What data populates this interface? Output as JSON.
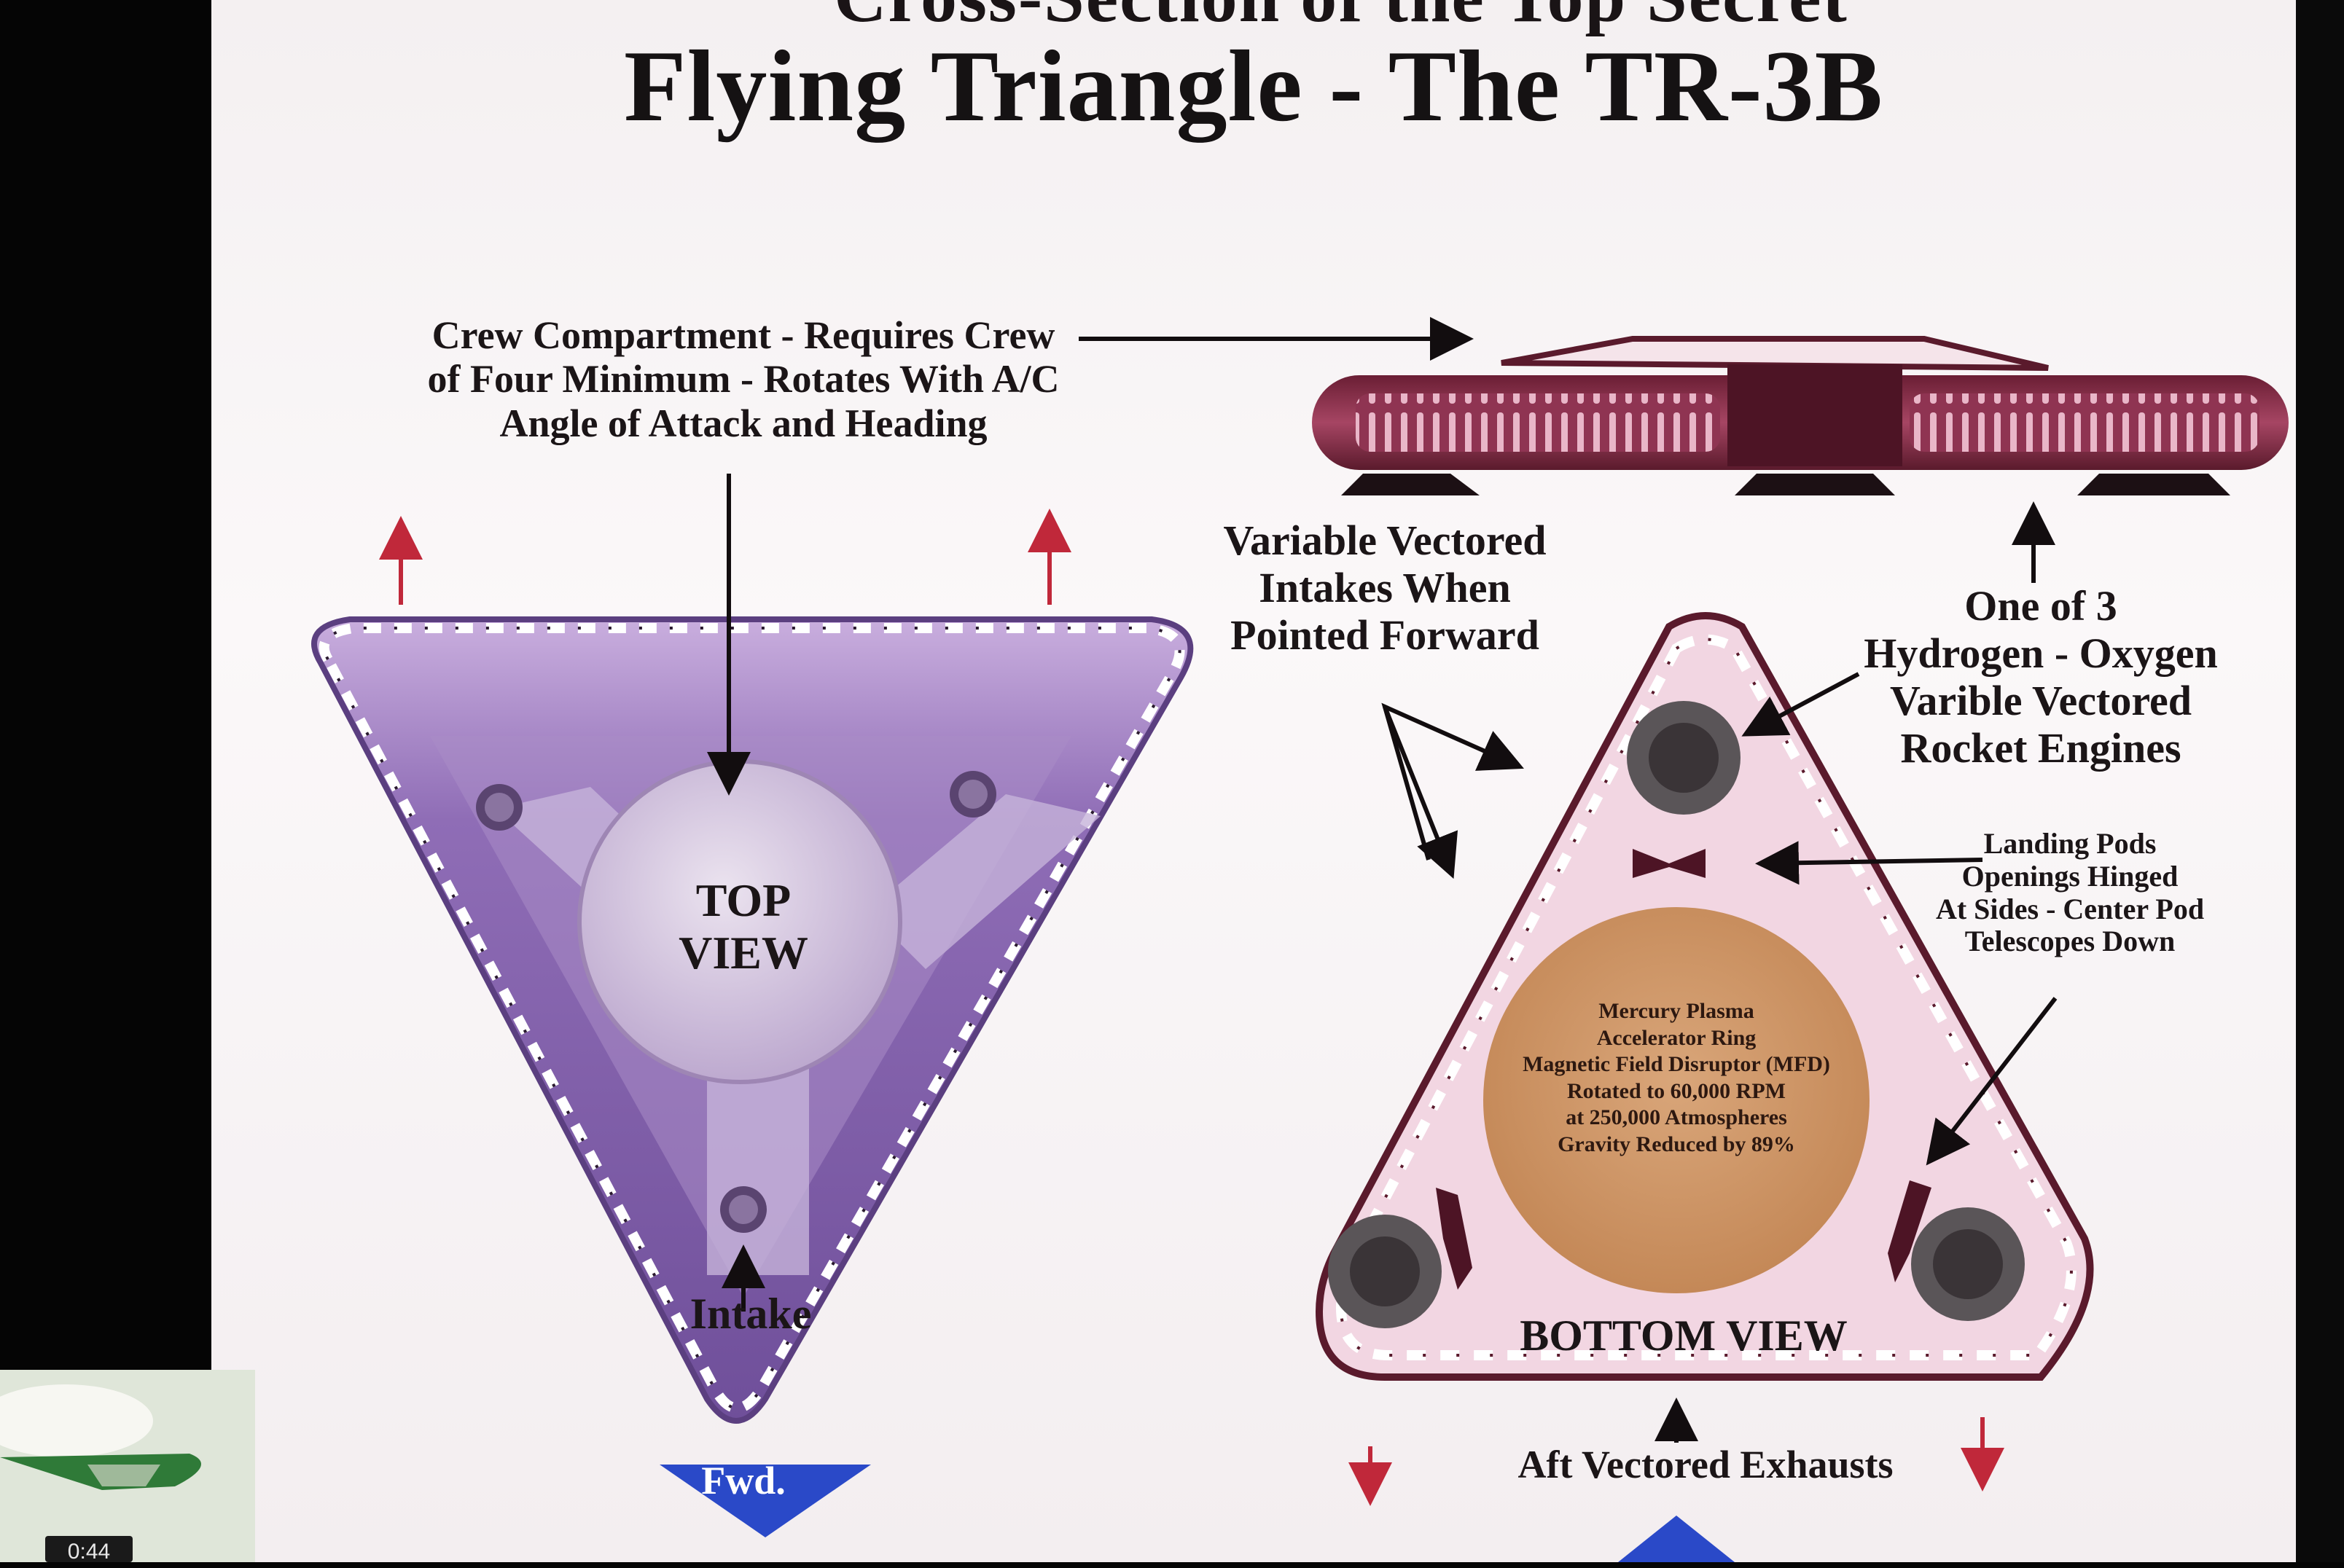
{
  "slide": {
    "title_partial": "Cross-Section of the Top Secret",
    "title": "Flying Triangle - The TR-3B"
  },
  "labels": {
    "crew_compartment": [
      "Crew Compartment - Requires Crew",
      "of Four Minimum - Rotates With A/C",
      "Angle of Attack and Heading"
    ],
    "variable_vectored_intakes": [
      "Variable Vectored",
      "Intakes When",
      "Pointed Forward"
    ],
    "engines": [
      "One of 3",
      "Hydrogen - Oxygen",
      "Varible Vectored",
      "Rocket Engines"
    ],
    "landing_pods": [
      "Landing Pods",
      "Openings Hinged",
      "At Sides - Center Pod",
      "Telescopes Down"
    ],
    "top_view": [
      "TOP",
      "VIEW"
    ],
    "intake": "Intake",
    "bottom_view": "BOTTOM VIEW",
    "aft_exhausts": "Aft Vectored Exhausts",
    "fwd": "Fwd.",
    "mercury_ring": [
      "Mercury Plasma",
      "Accelerator Ring",
      "Magnetic Field Disruptor (MFD)",
      "Rotated to 60,000 RPM",
      "at 250,000 Atmospheres",
      "Gravity Reduced by 89%"
    ]
  },
  "video": {
    "timestamp": "0:44"
  },
  "colors": {
    "top_view_hull": "#8a6ab3",
    "bottom_view_hull": "#f2d6e2",
    "side_view_hull": "#8a2f49",
    "plasma_ring": "#cf9b6e",
    "fwd_marker": "#2a49c8",
    "arrow_red": "#c0283a"
  }
}
